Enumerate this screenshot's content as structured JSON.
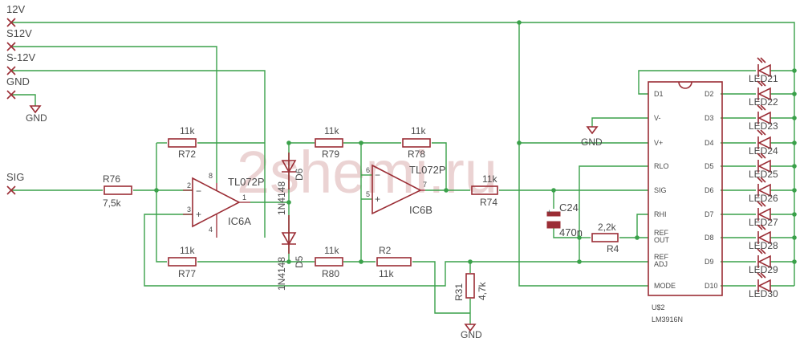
{
  "watermark": "2shemi.ru",
  "ports": {
    "p12v": "12V",
    "s12v": "S12V",
    "sm12v": "S-12V",
    "gnd": "GND",
    "sig": "SIG"
  },
  "gnd": "GND",
  "resistors": {
    "r76": {
      "name": "R76",
      "value": "7,5k"
    },
    "r72": {
      "name": "R72",
      "value": "11k"
    },
    "r77": {
      "name": "R77",
      "value": "11k"
    },
    "r79": {
      "name": "R79",
      "value": "11k"
    },
    "r80": {
      "name": "R80",
      "value": "11k"
    },
    "r78": {
      "name": "R78",
      "value": "11k"
    },
    "r2": {
      "name": "R2",
      "value": "11k"
    },
    "r74": {
      "name": "R74",
      "value": "11k"
    },
    "r31": {
      "name": "R31",
      "value": "4,7k"
    },
    "r4": {
      "name": "R4",
      "value": "2,2k"
    }
  },
  "diodes": {
    "d6": {
      "name": "D6",
      "part": "1N4148"
    },
    "d5": {
      "name": "D5",
      "part": "1N4148"
    }
  },
  "opamps": {
    "ic6a": {
      "name": "IC6A",
      "part": "TL072P",
      "pins": [
        "2",
        "3",
        "1",
        "8",
        "4"
      ]
    },
    "ic6b": {
      "name": "IC6B",
      "part": "TL072P",
      "pins": [
        "6",
        "5",
        "7"
      ]
    }
  },
  "cap": {
    "name": "C24",
    "value": "470n"
  },
  "ic": {
    "name": "U$2",
    "part": "LM3916N",
    "left_pins": [
      "D1",
      "V-",
      "V+",
      "RLO",
      "SIG",
      "RHI",
      "REF OUT",
      "REF ADJ",
      "MODE"
    ],
    "right_pins": [
      "D2",
      "D3",
      "D4",
      "D5",
      "D6",
      "D7",
      "D8",
      "D9",
      "D10"
    ]
  },
  "leds": [
    "LED21",
    "LED22",
    "LED23",
    "LED24",
    "LED25",
    "LED26",
    "LED27",
    "LED28",
    "LED29",
    "LED30"
  ]
}
